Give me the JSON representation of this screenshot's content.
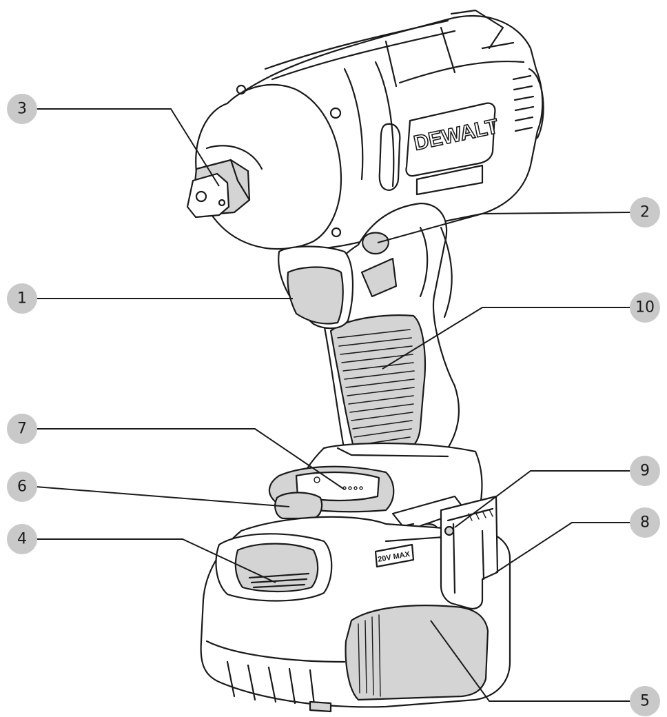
{
  "brand": {
    "logo_text": "DEWALT",
    "battery_label": "20V MAX"
  },
  "callouts": [
    {
      "id": "1",
      "label": "1"
    },
    {
      "id": "2",
      "label": "2"
    },
    {
      "id": "3",
      "label": "3"
    },
    {
      "id": "4",
      "label": "4"
    },
    {
      "id": "5",
      "label": "5"
    },
    {
      "id": "6",
      "label": "6"
    },
    {
      "id": "7",
      "label": "7"
    },
    {
      "id": "8",
      "label": "8"
    },
    {
      "id": "9",
      "label": "9"
    },
    {
      "id": "10",
      "label": "10"
    }
  ],
  "colors": {
    "line": "#1a1a1a",
    "badge": "#c9c9c9",
    "shade": "#d4d4d4",
    "body": "#ffffff"
  }
}
